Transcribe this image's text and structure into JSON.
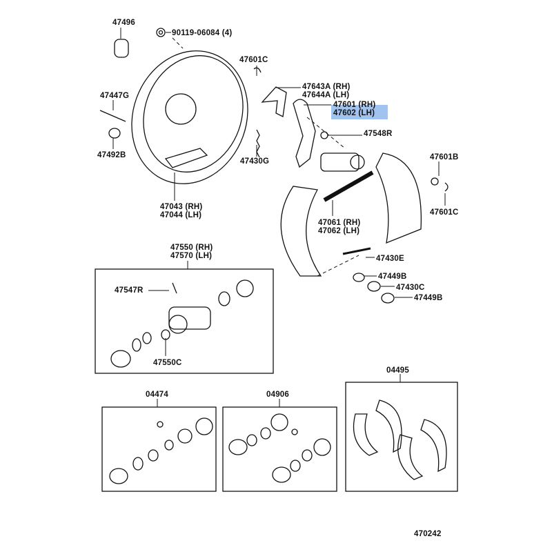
{
  "highlight_color": "#8fb9ec",
  "parts": {
    "p47496": "47496",
    "p90119": "90119-06084 (4)",
    "p47601C_a": "47601C",
    "p47643A": "47643A (RH)",
    "p47644A": "47644A (LH)",
    "p47601": "47601 (RH)",
    "p47602": "47602 (LH)",
    "p47447G": "47447G",
    "p47548R": "47548R",
    "p47492B": "47492B",
    "p47430G": "47430G",
    "p47601B": "47601B",
    "p47601C_b": "47601C",
    "p47043": "47043 (RH)",
    "p47044": "47044 (LH)",
    "p47061": "47061 (RH)",
    "p47062": "47062 (LH)",
    "p47430E": "47430E",
    "p47550": "47550 (RH)",
    "p47570": "47570 (LH)",
    "p47547R": "47547R",
    "p47449B_a": "47449B",
    "p47430C": "47430C",
    "p47449B_b": "47449B",
    "p47550C": "47550C",
    "p04495": "04495",
    "p04474": "04474",
    "p04906": "04906"
  },
  "diagram_code": "470242"
}
